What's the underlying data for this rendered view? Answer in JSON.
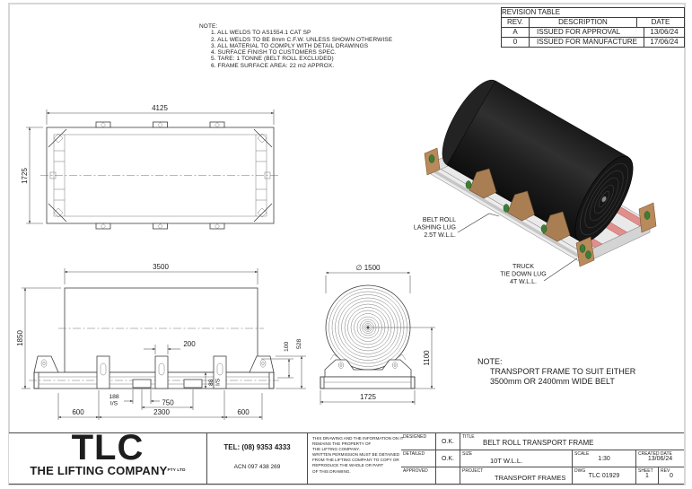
{
  "colors": {
    "belt_roll": "#161616",
    "beam_red": "#e0908c",
    "chock_tan": "#a97e52",
    "post_tan": "#b98a5c",
    "lug_green": "#3e7d35",
    "frame_gray": "#e9e9e9"
  },
  "notes_top": {
    "label": "NOTE:",
    "items": [
      "1. ALL WELDS TO AS1554.1 CAT SP",
      "2. ALL WELDS TO BE 8mm C.F.W. UNLESS SHOWN OTHERWISE",
      "3. ALL MATERIAL TO COMPLY WITH DETAIL DRAWINGS",
      "4. SURFACE FINISH TO CUSTOMERS SPEC.",
      "5. TARE: 1 TONNE (BELT ROLL EXCLUDED)",
      "6. FRAME SURFACE AREA: 22 m2 APPROX."
    ]
  },
  "revision_table": {
    "title": "REVISION TABLE",
    "headers": {
      "rev": "REV.",
      "description": "DESCRIPTION",
      "date": "DATE"
    },
    "rows": [
      {
        "rev": "A",
        "description": "ISSUED FOR APPROVAL",
        "date": "13/06/24"
      },
      {
        "rev": "0",
        "description": "ISSUED FOR MANUFACTURE",
        "date": "17/06/24"
      }
    ]
  },
  "top_view": {
    "dim_width": "4125",
    "dim_height": "1725"
  },
  "front_view": {
    "dim_width": "3500",
    "dim_height": "1850",
    "dim_200": "200",
    "dim_100": "100",
    "dim_528": "528",
    "dim_188": "188",
    "dim_188_note": "I/S",
    "dim_750": "750",
    "dim_88": "88",
    "dim_88_note": "I/S",
    "dim_600_left": "600",
    "dim_2300": "2300",
    "dim_600_right": "600"
  },
  "side_view": {
    "dim_diameter": "∅ 1500",
    "dim_height": "1100",
    "dim_width": "1725"
  },
  "iso_view": {
    "lashing_label": [
      "BELT ROLL",
      "LASHING LUG",
      "2.5T W.L.L."
    ],
    "tie_down_label": [
      "TRUCK",
      "TIE DOWN LUG",
      "4T W.L.L."
    ]
  },
  "note_main": {
    "label": "NOTE:",
    "lines": [
      "TRANSPORT FRAME TO SUIT EITHER",
      "3500mm OR 2400mm WIDE BELT"
    ]
  },
  "title_block": {
    "logo": "TLC",
    "company_name": "THE LIFTING COMPANY",
    "company_suffix": "PTY LTD",
    "tel": "TEL: (08) 9353 4333",
    "acn": "ACN 097 438 269",
    "disclaimer": [
      "THIS DRAWING AND THE INFORMATION ON IT",
      "REMAINS THE PROPERTY OF",
      "THE LIFTING COMPANY.",
      "WRITTEN PERMISSION MUST BE OBTAINED",
      "FROM THE LIFTING COMPANY TO COPY OR",
      "REPRODUCE THE WHOLE OR PART",
      "OF THIS DRAWING."
    ],
    "designed_label": "DESIGNED",
    "designed_value": "O.K.",
    "detailed_label": "DETAILED",
    "detailed_value": "O.K.",
    "approved_label": "APPROVED",
    "approved_value": "",
    "title_label": "TITLE",
    "title_value": "BELT ROLL TRANSPORT FRAME",
    "size_label": "SIZE",
    "size_value": "10T W.L.L.",
    "scale_label": "SCALE",
    "scale_value": "1:30",
    "created_label": "CREATED DATE",
    "created_value": "13/06/24",
    "project_label": "PROJECT",
    "project_value": "TRANSPORT FRAMES",
    "dwg_label": "DWG",
    "dwg_value": "TLC 01929",
    "sheet_label": "SHEET",
    "sheet_value": "1",
    "rev_label": "REV",
    "rev_value": "0"
  }
}
